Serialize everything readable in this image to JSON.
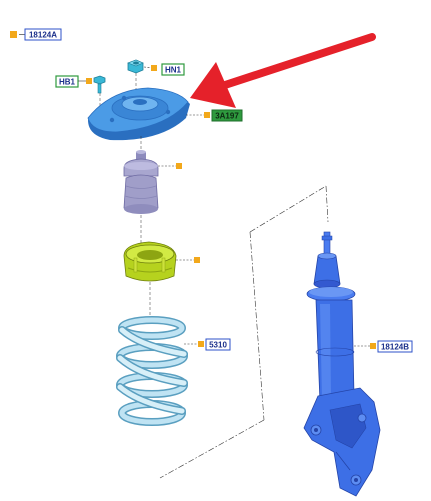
{
  "callouts": {
    "assembly_top": "18124A",
    "hex_nut": "HN1",
    "hex_bolt": "HB1",
    "top_mount": "3A197",
    "coil_spring": "5310",
    "strut_assembly": "18124B"
  },
  "colors": {
    "mount_blue": "#4b9be6",
    "mount_blue_dark": "#2a6fc0",
    "bumper_lavender": "#a8a6cf",
    "seat_yellow": "#b6d21e",
    "spring_light": "#bfe3f3",
    "spring_edge": "#5a9fc0",
    "strut_blue": "#3d6fe6",
    "strut_dark": "#2444a8",
    "arrow_red": "#e5212a",
    "callout_blue_border": "#2c52c8",
    "callout_green_fill": "#2e9a3e",
    "leader_orange": "#f2a81b"
  },
  "icons": [
    "red-arrow-icon",
    "square-bullet-icon"
  ]
}
